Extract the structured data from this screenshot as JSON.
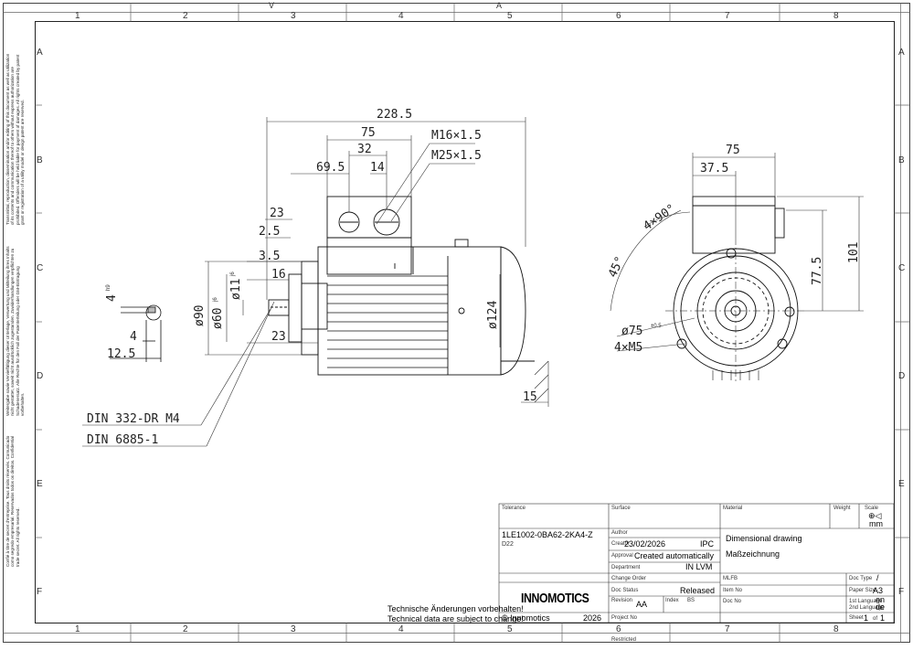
{
  "frame": {
    "columns": [
      "1",
      "2",
      "3",
      "4",
      "5",
      "6",
      "7",
      "8"
    ],
    "rows": [
      "A",
      "B",
      "C",
      "D",
      "E",
      "F"
    ],
    "top_markers": [
      "V",
      "A"
    ]
  },
  "side_notes": {
    "note_top": "Transmittal, reproduction, dissemination and/or editing of this document as well as utilization of its contents and communication thereof to others without express authorization are prohibited. Offenders will be held liable for payment of damages. All rights created by patent grant or registration of a utility model or design patent are reserved.",
    "note_mid": "Weitergabe sowie Vervielfältigung dieser Unterlage, Verwertung und Mitteilung ihres Inhalts nicht gestattet, soweit nicht ausdrücklich zugestanden. Zuwiderhandlungen verpflichten zu Schadenersatz. Alle Rechte für den Fall der Patenterteilung oder GM-Eintragung vorbehalten.",
    "note_bottom": "Confié à titre de secret d'entreprise. Tous droits réservés. Comunicado como segredo empresarial. Reservados todos os direitos. Confidential trade secret. All rights reserved."
  },
  "dimensions": {
    "overall_length": "228.5",
    "terminal_box_width": "75",
    "gland_spacing": "32",
    "gland_offset": "14",
    "gland_m16": "M16×1.5",
    "gland_m25": "M25×1.5",
    "box_position": "69.5",
    "d_23_top": "23",
    "d_2_5": "2.5",
    "d_3_5": "3.5",
    "d_16": "16",
    "d_23_bottom": "23",
    "flange_dia": "ø90",
    "spigot_dia": "ø60",
    "spigot_tol": "j6",
    "shaft_dia": "ø11",
    "shaft_tol": "j6",
    "frame_dia": "ø124",
    "key_width": "4",
    "key_tol": "h9",
    "key_depth": "4",
    "shaft_ht": "12.5",
    "d_15": "15",
    "front_width": "75",
    "front_half": "37.5",
    "angle_4x90": "4×90°",
    "angle_45": "45°",
    "ht_77_5": "77.5",
    "ht_101": "101",
    "pcd": "ø75",
    "pcd_tol": "±0.5",
    "holes": "4×M5"
  },
  "notes": {
    "din_1": "DIN 332-DR M4",
    "din_2": "DIN 6885-1"
  },
  "disclaimer": {
    "de": "Technische Änderungen vorbehalten!",
    "en": "Technical data are subject to change!"
  },
  "title_block": {
    "tolerance_label": "Tolerance",
    "surface_label": "Surface",
    "material_label": "Material",
    "weight_label": "Weight",
    "scale_label": "Scale",
    "scale_unit": "mm",
    "part_number": "1LE1002-0BA62-2KA4-Z",
    "part_code": "D22",
    "author_label": "Author",
    "creator_label": "Creator",
    "creator_date": "23/02/2026",
    "creator_org": "IPC",
    "approval_label": "Approval",
    "approval_value": "Created automatically",
    "department_label": "Department",
    "department_value": "IN LVM",
    "title_en": "Dimensional drawing",
    "title_de": "Maßzeichnung",
    "change_order_label": "Change Order",
    "mlfb_label": "MLFB",
    "doc_type_label": "Doc Type",
    "doc_type_value": "/",
    "doc_status_label": "Doc Status",
    "doc_status_value": "Released",
    "item_no_label": "Item No",
    "paper_size_label": "Paper Size",
    "paper_size_value": "A3",
    "revision_label": "Revision",
    "revision_value": "AA",
    "index_label": "Index",
    "index_value": "BS",
    "doc_no_label": "Doc No",
    "lang1_label": "1st Language",
    "lang1_value": "en",
    "lang2_label": "2nd Language",
    "lang2_value": "de",
    "project_label": "Project No",
    "sheet_label": "Sheet",
    "sheet_value": "1",
    "sheet_of": "of",
    "sheet_total": "1",
    "brand": "INNOMOTICS",
    "copyright": "© Innomotics",
    "year": "2026",
    "restricted": "Restricted"
  }
}
